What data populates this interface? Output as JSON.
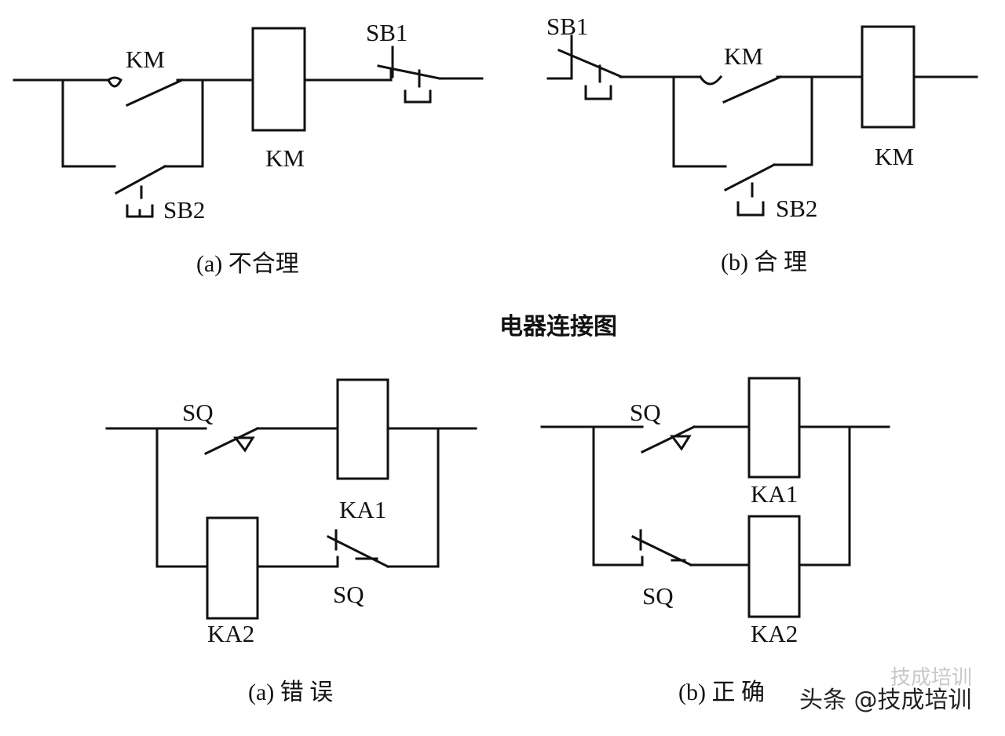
{
  "diagram_title": "电器连接图",
  "panels": {
    "top_left": {
      "caption": "(a) 不合理",
      "labels": {
        "km_contact": "KM",
        "km_coil": "KM",
        "sb1": "SB1",
        "sb2": "SB2"
      }
    },
    "top_right": {
      "caption": "(b) 合 理",
      "labels": {
        "km_contact": "KM",
        "km_coil": "KM",
        "sb1": "SB1",
        "sb2": "SB2"
      }
    },
    "bottom_left": {
      "caption": "(a) 错 误",
      "labels": {
        "sq_top": "SQ",
        "ka1": "KA1",
        "ka2": "KA2",
        "sq_bottom": "SQ"
      }
    },
    "bottom_right": {
      "caption": "(b) 正 确",
      "labels": {
        "sq_top": "SQ",
        "ka1": "KA1",
        "ka2": "KA2",
        "sq_bottom": "SQ"
      }
    }
  },
  "watermark": {
    "text": "头条 @技成培训",
    "faint_text": "技成培训"
  }
}
